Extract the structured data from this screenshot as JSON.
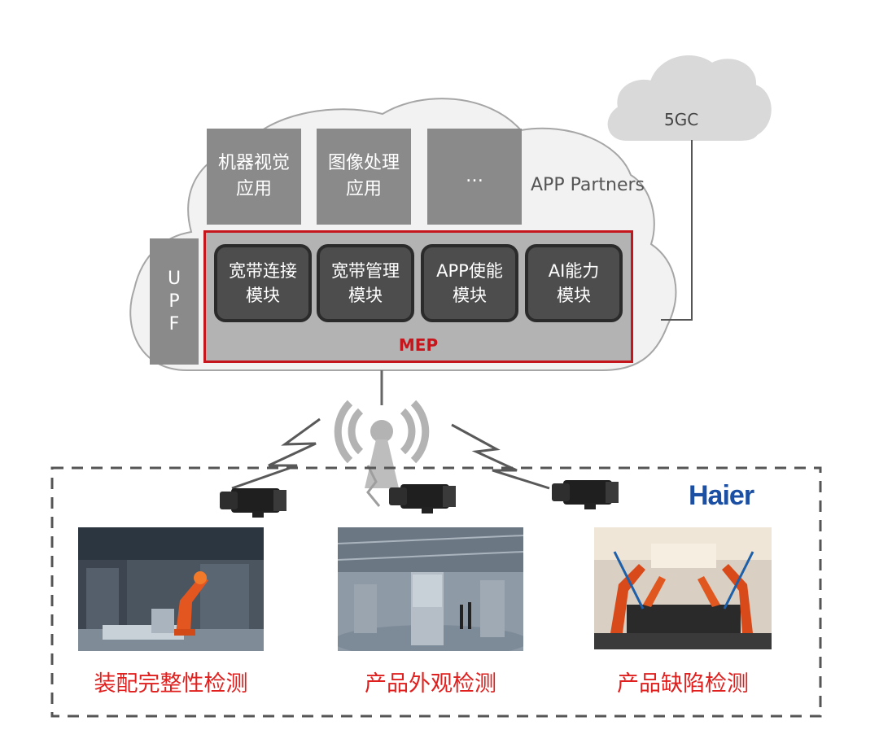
{
  "apps": [
    {
      "line1": "机器视觉",
      "line2": "应用"
    },
    {
      "line1": "图像处理",
      "line2": "应用"
    },
    {
      "line1": "…",
      "line2": ""
    }
  ],
  "app_partners": "APP Partners",
  "upf": [
    "U",
    "P",
    "F"
  ],
  "modules": [
    {
      "line1": "宽带连接",
      "line2": "模块"
    },
    {
      "line1": "宽带管理",
      "line2": "模块"
    },
    {
      "line1": "APP使能",
      "line2": "模块"
    },
    {
      "line1": "AI能力",
      "line2": "模块"
    }
  ],
  "mep_label": "MEP",
  "core_cloud_label": "5GC",
  "brand": "Haier",
  "captions": [
    "装配完整性检测",
    "产品外观检测",
    "产品缺陷检测"
  ],
  "colors": {
    "accent_red": "#c4161c",
    "caption_red": "#e0201e",
    "brand_blue": "#1b4fa3",
    "box_gray": "#8a8a8a",
    "module_dark": "#4d4d4d"
  }
}
